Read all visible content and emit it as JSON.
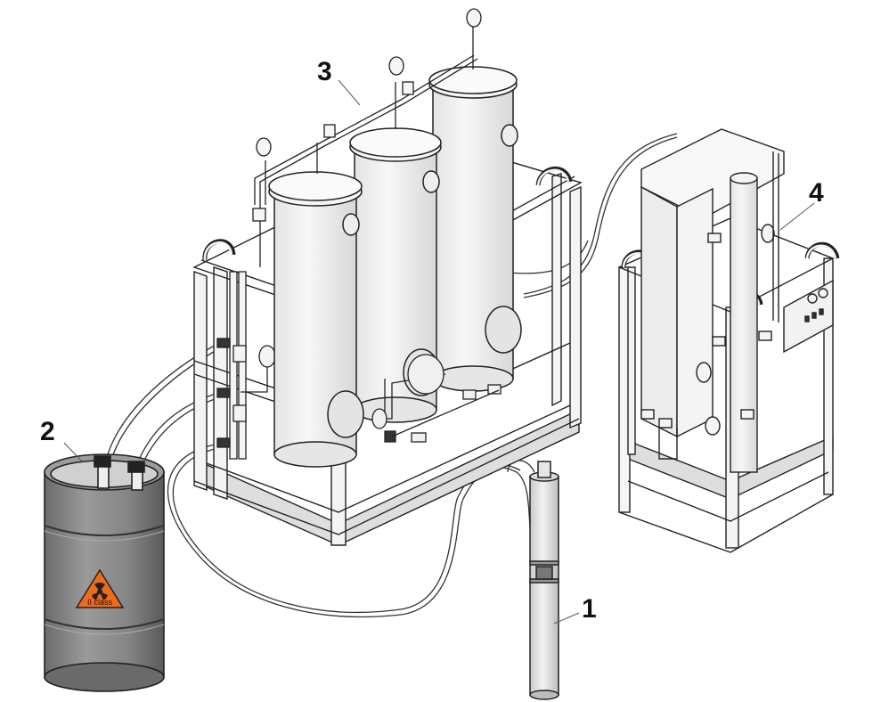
{
  "callouts": [
    {
      "id": "1",
      "label": "1"
    },
    {
      "id": "2",
      "label": "2"
    },
    {
      "id": "3",
      "label": "3"
    },
    {
      "id": "4",
      "label": "4"
    }
  ],
  "barrel_label": {
    "text": "II class",
    "icon": "radiation-warning-icon"
  },
  "colors": {
    "line": "#222222",
    "frame_fill": "#f2f2f2",
    "tank_fill": "#eeeeee",
    "barrel_fill": "#8a8a8a",
    "barrel_dark": "#5e5e5e",
    "warning_fill": "#f26a1b",
    "tray_fill": "#dddddd"
  }
}
